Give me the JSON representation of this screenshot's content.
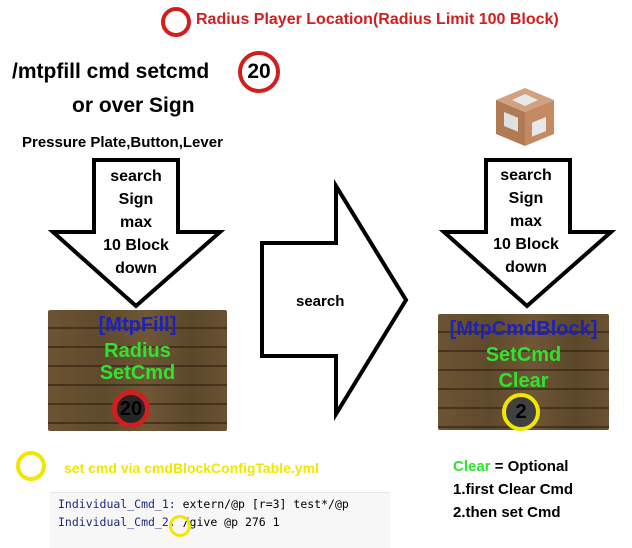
{
  "radius_legend": "Radius Player Location(Radius Limit 100 Block)",
  "command": {
    "text": "/mtpfill cmd setcmd",
    "radius_value": "20"
  },
  "or_over_sign": "or over Sign",
  "triggers": "Pressure Plate,Button,Lever",
  "search_down_arrow_lines": [
    "search",
    "Sign",
    "max",
    "10 Block",
    "down"
  ],
  "middle_arrow_label": "search",
  "left_sign": {
    "line1": "[MtpFill]",
    "line2": "Radius",
    "line3": "SetCmd",
    "value": "20"
  },
  "right_sign": {
    "line1": "[MtpCmdBlock]",
    "line2": "SetCmd",
    "line3": "Clear",
    "value": "2"
  },
  "config_legend": "set cmd via cmdBlockConfigTable.yml",
  "notes": {
    "clear_word": "Clear",
    "optional_rest": " = Optional",
    "step1": "1.first Clear Cmd",
    "step2": "2.then set Cmd"
  },
  "code_lines": [
    {
      "key": "Individual_Cmd_1:",
      "value": " extern/@p [r=3] test*/@p"
    },
    {
      "key": "Individual_Cmd_2:",
      "value": " /give @p 276 1"
    }
  ],
  "colors": {
    "red": "#d11f1f",
    "yellow": "#f2e600",
    "green": "#2fe32f",
    "blue": "#1f22b8",
    "sign_wood": "#6c5433"
  },
  "icons": {
    "command_block": "command-block-icon"
  }
}
